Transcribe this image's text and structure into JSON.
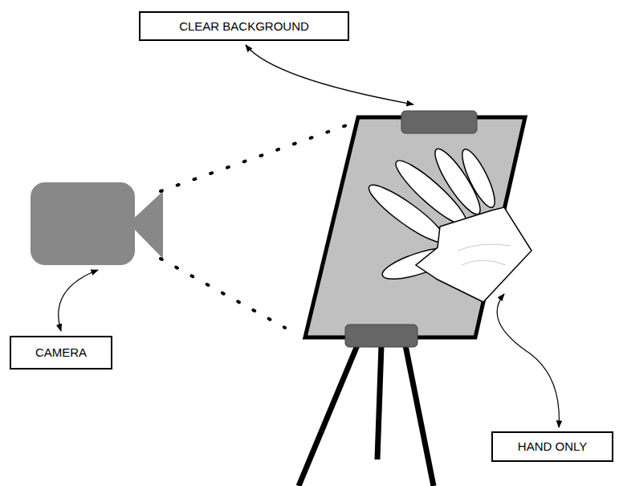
{
  "diagram": {
    "nodes": [
      {
        "text": [
          "CLEAR BACKGROUND"
        ]
      },
      {
        "text": [
          "CAMERA"
        ]
      },
      {
        "text": [
          "HAND ONLY"
        ]
      }
    ]
  }
}
